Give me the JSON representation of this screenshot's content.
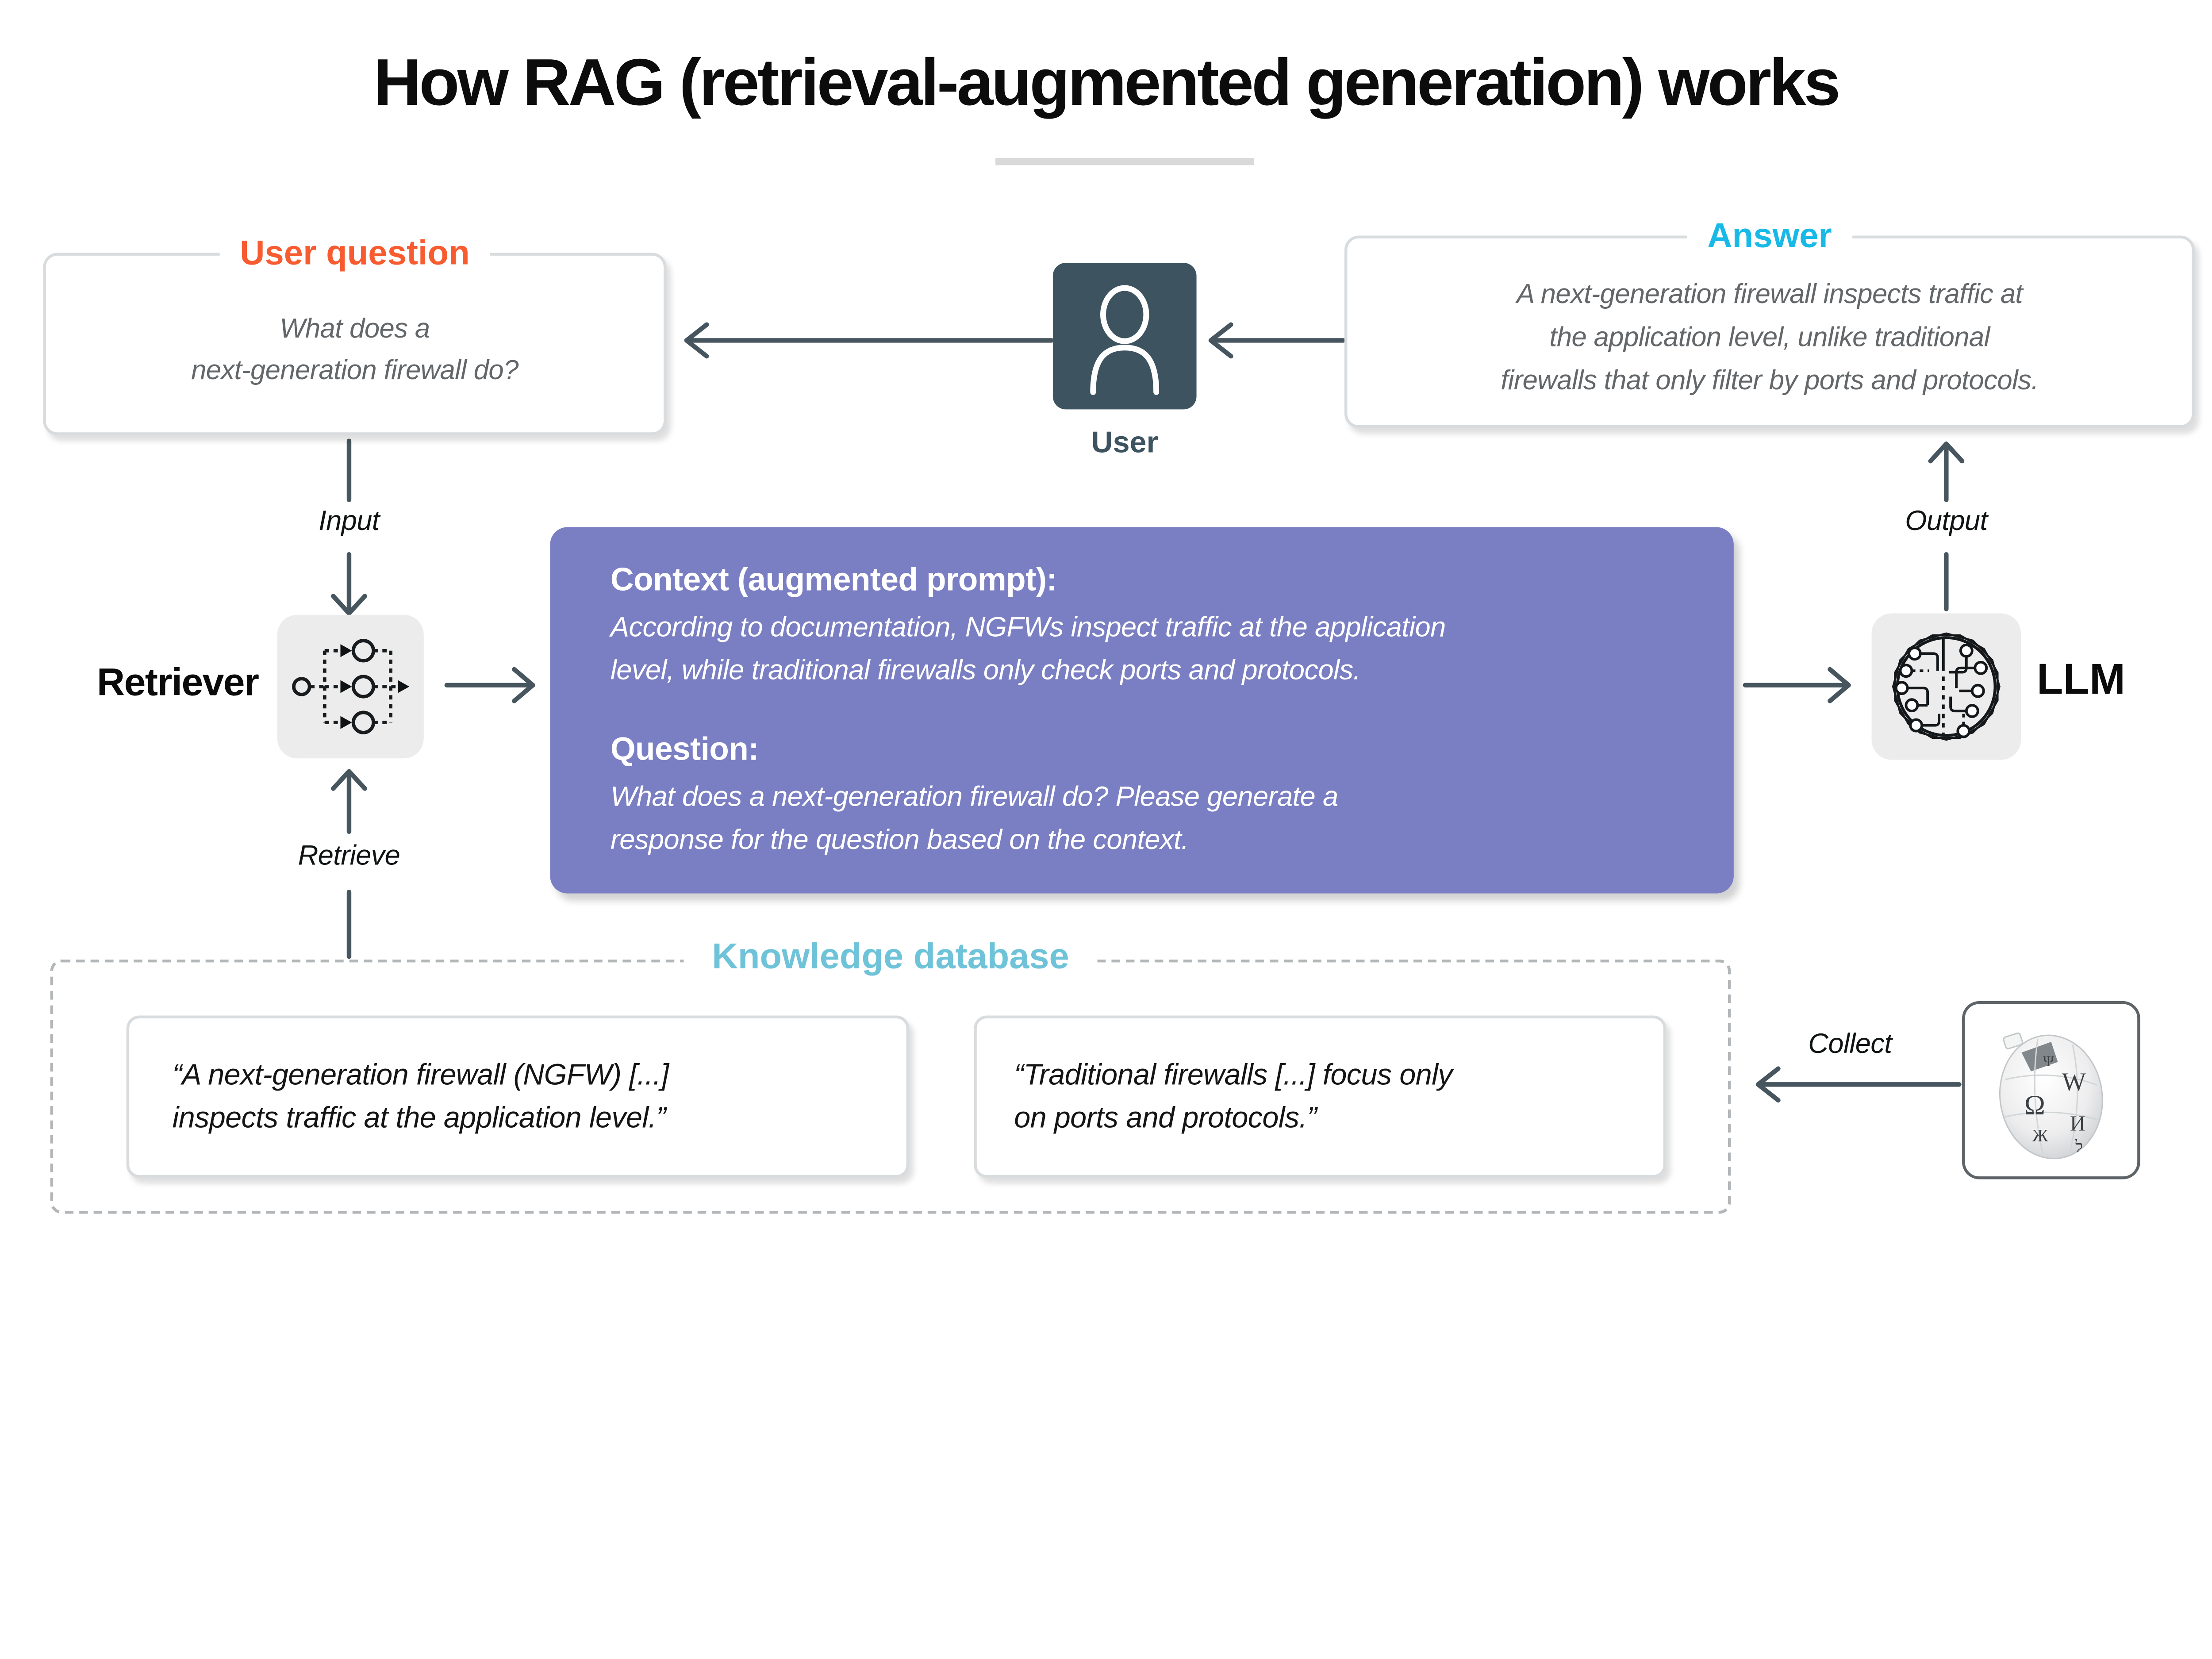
{
  "title": "How RAG (retrieval-augmented generation) works",
  "colors": {
    "accent_orange": "#F75B2F",
    "accent_cyan": "#18B9E7",
    "accent_teal": "#6FC3D9",
    "accent_purple": "#7A7EC2",
    "arrow_slate": "#46555E",
    "user_icon_bg": "#3D5360"
  },
  "user_question": {
    "label": "User question",
    "line1": "What does a",
    "line2": "next-generation firewall do?"
  },
  "user": {
    "label": "User"
  },
  "answer": {
    "label": "Answer",
    "line1": "A next-generation firewall inspects traffic at",
    "line2": "the application level, unlike traditional",
    "line3": "firewalls that only filter by ports and protocols."
  },
  "flow_labels": {
    "input": "Input",
    "retrieve": "Retrieve",
    "output": "Output",
    "collect": "Collect"
  },
  "retriever": {
    "label": "Retriever"
  },
  "llm": {
    "label": "LLM"
  },
  "context_box": {
    "heading": "Context (augmented prompt):",
    "body_line1": "According to documentation, NGFWs inspect traffic at the application",
    "body_line2": "level, while traditional firewalls only check ports and protocols.",
    "question_heading": "Question:",
    "question_line1": "What does a next-generation firewall do? Please generate a",
    "question_line2": "response for the question based on the context."
  },
  "knowledge_db": {
    "label": "Knowledge database",
    "card1_line1": "“A next-generation firewall (NGFW) [...]",
    "card1_line2": "inspects traffic at the application level.”",
    "card2_line1": "“Traditional firewalls [...] focus only",
    "card2_line2": "on ports and protocols.”"
  },
  "icons": {
    "user": "person-icon",
    "retriever": "retriever-network-icon",
    "llm": "llm-circuit-brain-icon",
    "wikipedia": "wikipedia-globe-icon",
    "wiki_glyphs": [
      "W",
      "Ω",
      "И",
      "Ж",
      "ל",
      "Ψ"
    ]
  }
}
